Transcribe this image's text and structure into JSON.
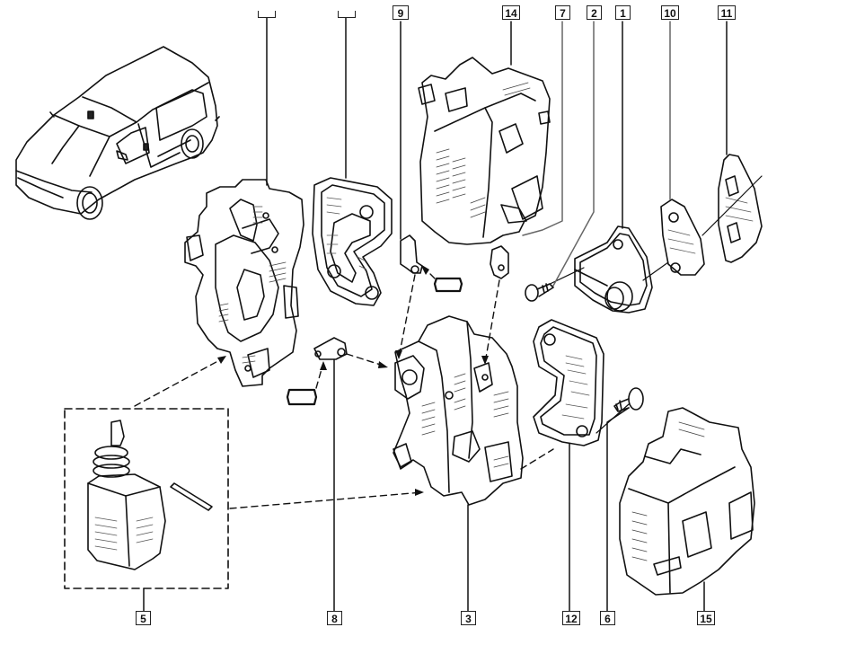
{
  "diagram": {
    "title": "Door lock assembly exploded parts diagram",
    "vehicle_icon": "van-isometric",
    "callouts_top": [
      {
        "id": "c-left-lock",
        "label": "",
        "cropped": true
      },
      {
        "id": "c-gasket-top",
        "label": "",
        "cropped": true
      },
      {
        "id": "c9",
        "label": "9"
      },
      {
        "id": "c14",
        "label": "14"
      },
      {
        "id": "c7",
        "label": "7"
      },
      {
        "id": "c2",
        "label": "2"
      },
      {
        "id": "c1",
        "label": "1"
      },
      {
        "id": "c10",
        "label": "10"
      },
      {
        "id": "c11",
        "label": "11"
      }
    ],
    "callouts_bottom": [
      {
        "id": "c5",
        "label": "5"
      },
      {
        "id": "c8",
        "label": "8"
      },
      {
        "id": "c3",
        "label": "3"
      },
      {
        "id": "c12",
        "label": "12"
      },
      {
        "id": "c6",
        "label": "6"
      },
      {
        "id": "c15",
        "label": "15"
      }
    ],
    "parts": [
      {
        "callout": "1",
        "name": "striker-housing"
      },
      {
        "callout": "2",
        "name": "striker-screw"
      },
      {
        "callout": "3",
        "name": "door-lock-mechanism-right"
      },
      {
        "callout": "5",
        "name": "central-locking-actuator-kit"
      },
      {
        "callout": "6",
        "name": "lock-fixing-screw"
      },
      {
        "callout": "7",
        "name": "lock-clip-right"
      },
      {
        "callout": "8",
        "name": "lock-rod-clip"
      },
      {
        "callout": "9",
        "name": "lock-clip-left"
      },
      {
        "callout": "10",
        "name": "striker-shim"
      },
      {
        "callout": "11",
        "name": "striker-plate"
      },
      {
        "callout": "12",
        "name": "lock-gasket-right"
      },
      {
        "callout": "14",
        "name": "door-lock-motor-unit-upper"
      },
      {
        "callout": "15",
        "name": "door-lock-motor-unit-lower"
      }
    ]
  }
}
